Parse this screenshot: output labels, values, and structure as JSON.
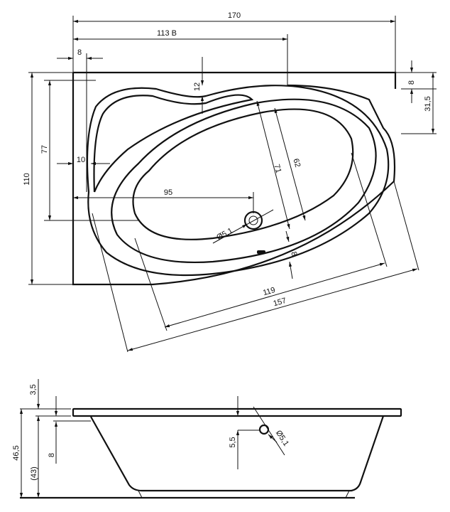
{
  "top_view": {
    "overall_width": "170",
    "width_b": "113 B",
    "left_offset": "8",
    "rim_offset_top": "12",
    "right_rim": "8",
    "right_depth": "31,5",
    "inner_length": "77",
    "overall_depth": "110",
    "left_rim": "10",
    "drain_distance": "95",
    "inner_width_71": "71",
    "inner_width_62": "62",
    "drain_diameter": "Ø5,1",
    "rim_bottom": "8",
    "inner_length_119": "119",
    "outer_length_157": "157"
  },
  "side_view": {
    "rim_thickness": "3,5",
    "overall_height": "46,5",
    "inner_height": "(43)",
    "rim_drop": "8",
    "overflow_height": "5,5",
    "overflow_diameter": "Ø5,1"
  }
}
